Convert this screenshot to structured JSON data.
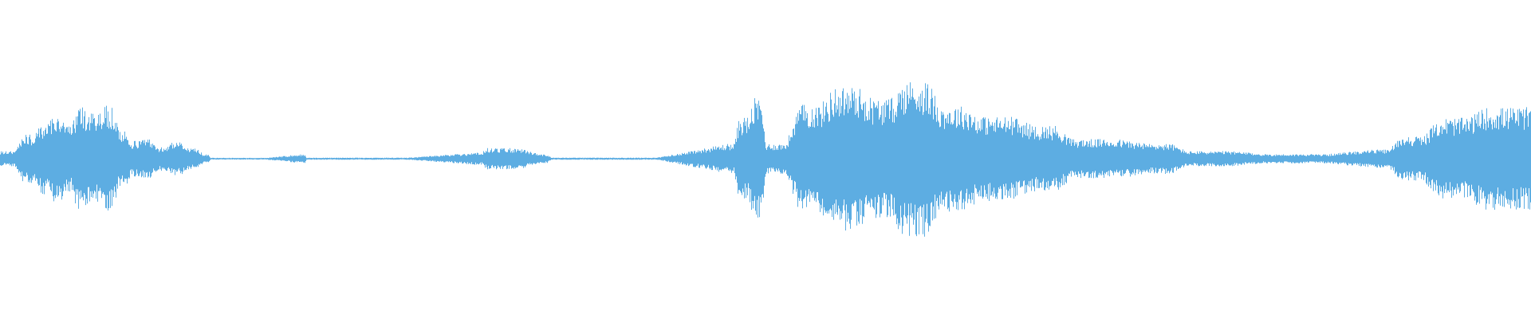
{
  "waveform": {
    "color": "#5dade2",
    "segments": [
      {
        "start": 0.0,
        "end": 0.03,
        "amp": 0.05
      },
      {
        "start": 0.03,
        "end": 0.055,
        "amp": 0.16
      },
      {
        "start": 0.055,
        "end": 0.07,
        "amp": 0.24
      },
      {
        "start": 0.07,
        "end": 0.085,
        "amp": 0.3
      },
      {
        "start": 0.085,
        "end": 0.1,
        "amp": 0.22
      },
      {
        "start": 0.1,
        "end": 0.115,
        "amp": 0.34
      },
      {
        "start": 0.115,
        "end": 0.135,
        "amp": 0.3
      },
      {
        "start": 0.135,
        "end": 0.155,
        "amp": 0.35
      },
      {
        "start": 0.155,
        "end": 0.17,
        "amp": 0.18
      },
      {
        "start": 0.17,
        "end": 0.185,
        "amp": 0.12
      },
      {
        "start": 0.185,
        "end": 0.205,
        "amp": 0.13
      },
      {
        "start": 0.205,
        "end": 0.222,
        "amp": 0.08
      },
      {
        "start": 0.222,
        "end": 0.245,
        "amp": 0.11
      },
      {
        "start": 0.245,
        "end": 0.265,
        "amp": 0.07
      },
      {
        "start": 0.265,
        "end": 0.275,
        "amp": 0.03
      },
      {
        "start": 0.275,
        "end": 0.395,
        "amp": 0.006
      },
      {
        "start": 0.395,
        "end": 0.4,
        "amp": 0.03
      },
      {
        "start": 0.4,
        "end": 0.62,
        "amp": 0.007
      },
      {
        "start": 0.62,
        "end": 0.635,
        "amp": 0.04
      },
      {
        "start": 0.635,
        "end": 0.705,
        "amp": 0.07
      },
      {
        "start": 0.705,
        "end": 0.72,
        "amp": 0.03
      },
      {
        "start": 0.72,
        "end": 0.95,
        "amp": 0.007
      },
      {
        "start": 0.95,
        "end": 0.965,
        "amp": 0.1
      },
      {
        "start": 0.965,
        "end": 0.985,
        "amp": 0.28
      },
      {
        "start": 0.985,
        "end": 1.0,
        "amp": 0.4
      }
    ],
    "segments_second_half": [
      {
        "start": 0.0,
        "end": 0.022,
        "amp": 0.1
      },
      {
        "start": 0.022,
        "end": 0.045,
        "amp": 0.36
      },
      {
        "start": 0.045,
        "end": 0.07,
        "amp": 0.48
      },
      {
        "start": 0.07,
        "end": 0.09,
        "amp": 0.4
      },
      {
        "start": 0.09,
        "end": 0.115,
        "amp": 0.52
      },
      {
        "start": 0.115,
        "end": 0.14,
        "amp": 0.35
      },
      {
        "start": 0.14,
        "end": 0.175,
        "amp": 0.28
      },
      {
        "start": 0.175,
        "end": 0.2,
        "amp": 0.22
      },
      {
        "start": 0.2,
        "end": 0.25,
        "amp": 0.13
      },
      {
        "start": 0.25,
        "end": 0.275,
        "amp": 0.1
      },
      {
        "start": 0.275,
        "end": 0.325,
        "amp": 0.05
      },
      {
        "start": 0.325,
        "end": 0.395,
        "amp": 0.03
      },
      {
        "start": 0.395,
        "end": 0.415,
        "amp": 0.06
      },
      {
        "start": 0.415,
        "end": 0.44,
        "amp": 0.15
      },
      {
        "start": 0.44,
        "end": 0.47,
        "amp": 0.27
      },
      {
        "start": 0.47,
        "end": 0.5,
        "amp": 0.34
      }
    ]
  }
}
